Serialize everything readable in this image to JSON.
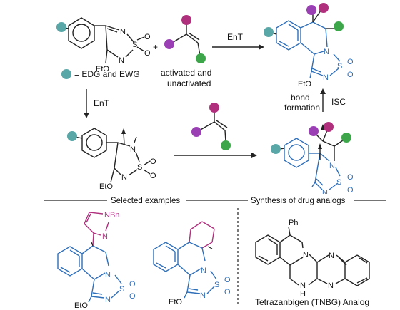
{
  "colors": {
    "teal": "#5aa7a8",
    "purple": "#9b3fb5",
    "magenta": "#b0307e",
    "green": "#3da64a",
    "blue": "#2f6fb8"
  },
  "top": {
    "legend_text": "= EDG and EWG",
    "alkene_label_line1": "activated and",
    "alkene_label_line2": "unactivated",
    "ent_top": "EnT",
    "ent_left": "EnT",
    "plus": "+",
    "isc": "ISC",
    "bond_formation_line1": "bond",
    "bond_formation_line2": "formation"
  },
  "atoms": {
    "N": "N",
    "S": "S",
    "O": "O",
    "H": "H",
    "NBn": "NBn",
    "Ph": "Ph",
    "EtO": "EtO"
  },
  "bottom": {
    "selected_examples": "Selected examples",
    "synthesis_header": "Synthesis of drug analogs",
    "drug_label": "Tetrazanbigen (TNBG) Analog"
  }
}
